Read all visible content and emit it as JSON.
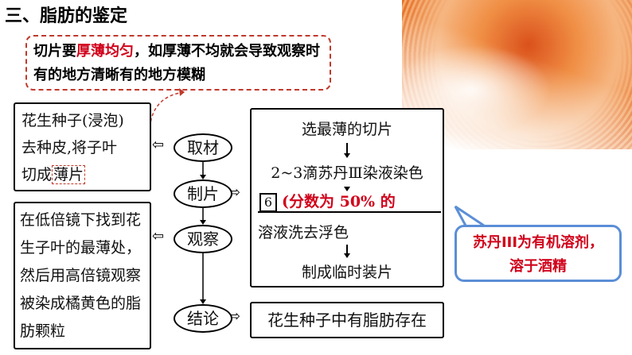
{
  "title": "三、脂肪的鉴定",
  "note": {
    "prefix": "切片要",
    "highlight": "厚薄均匀",
    "suffix": "，如厚薄不均就会导致观察时有的地方清晰有的地方模糊"
  },
  "material_box": {
    "line1": "花生种子(浸泡)",
    "line2": "去种皮,将子叶",
    "line3_prefix": "切成",
    "line3_highlight": "薄片"
  },
  "observe_box": {
    "text": "在低倍镜下找到花生子叶的最薄处，然后用高倍镜观察被染成橘黄色的脂肪颗粒"
  },
  "steps": {
    "take": "取材",
    "make": "制片",
    "observe": "观察",
    "conclude": "结论"
  },
  "procedure": {
    "step1": "选最薄的切片",
    "step2": "2~3滴苏丹Ⅲ染液染色",
    "step3_badge": "6",
    "step3_text": "(分数为 50% 的",
    "step4": "溶液洗去浮色",
    "step5": "制成临时装片"
  },
  "conclusion": "花生种子中有脂肪存在",
  "callout": {
    "line1": "苏丹III为有机溶剂，",
    "line2": "溶于酒精"
  },
  "colors": {
    "accent_red": "#d0021b",
    "callout_border": "#5b8ed6"
  }
}
